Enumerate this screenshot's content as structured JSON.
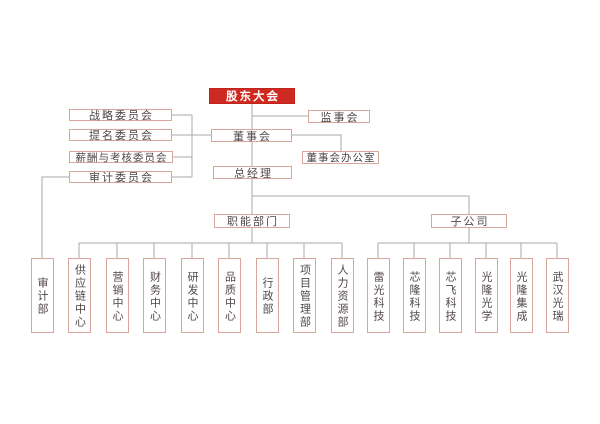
{
  "org": {
    "shareholders_meeting": "股东大会",
    "supervisory_board": "监事会",
    "board_of_directors": "董事会",
    "board_office": "董事会办公室",
    "general_manager": "总经理",
    "committees": {
      "strategy": "战略委员会",
      "nomination": "提名委员会",
      "remuneration_assessment": "薪酬与考核委员会",
      "audit": "审计委员会"
    },
    "functional_departments_header": "职能部门",
    "subsidiaries_header": "子公司",
    "departments": [
      "审计部",
      "供应链中心",
      "营销中心",
      "财务中心",
      "研发中心",
      "品质中心",
      "行政部",
      "项目管理部",
      "人力资源部"
    ],
    "subsidiaries": [
      "雷光科技",
      "芯隆科技",
      "芯飞科技",
      "光隆光学",
      "光隆集成",
      "武汉光瑞"
    ]
  },
  "colors": {
    "accent_red": "#ce2a21",
    "box_border": "#d8a69c",
    "box_text": "#504646",
    "connector_line": "#aaaaaa",
    "background": "#ffffff"
  }
}
